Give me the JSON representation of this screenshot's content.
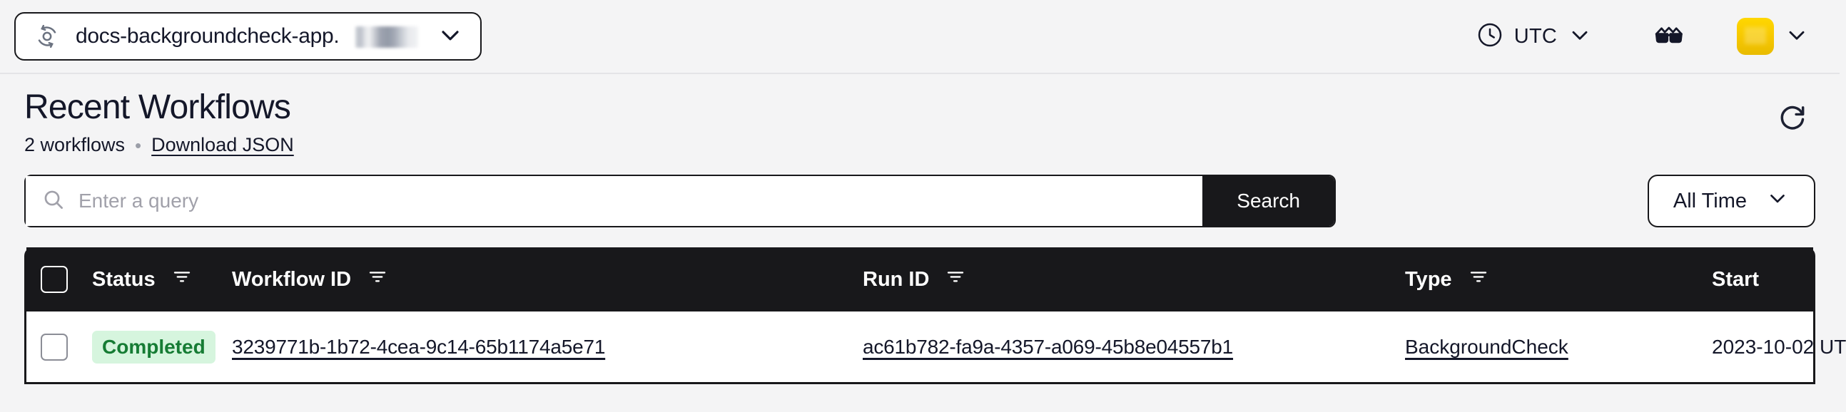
{
  "topbar": {
    "namespace_icon": "namespace-orbit-icon",
    "namespace_label": "docs-backgroundcheck-app.",
    "namespace_redacted": true,
    "namespace_chevron": "chevron-down-icon",
    "timezone_icon": "clock-icon",
    "timezone_label": "UTC",
    "timezone_chevron": "chevron-down-icon",
    "glasses_icon": "sunglasses-icon",
    "avatar_label": "",
    "avatar_chevron": "chevron-down-icon"
  },
  "header": {
    "title": "Recent Workflows",
    "count_label": "2 workflows",
    "separator": "•",
    "download_label": "Download JSON",
    "refresh_icon": "refresh-icon"
  },
  "search": {
    "icon": "search-icon",
    "placeholder": "Enter a query",
    "value": "",
    "button_label": "Search",
    "time_filter_label": "All Time",
    "time_filter_chevron": "chevron-down-icon"
  },
  "table": {
    "select_all_checkbox": "select-all-checkbox",
    "columns": [
      {
        "key": "checkbox",
        "label": "",
        "filter": false
      },
      {
        "key": "status",
        "label": "Status",
        "filter": true
      },
      {
        "key": "workflow_id",
        "label": "Workflow ID",
        "filter": true
      },
      {
        "key": "run_id",
        "label": "Run ID",
        "filter": true
      },
      {
        "key": "type",
        "label": "Type",
        "filter": true
      },
      {
        "key": "start",
        "label": "Start",
        "filter": false
      }
    ],
    "rows": [
      {
        "status": "Completed",
        "status_color": "#167c34",
        "status_bg": "#d6f5de",
        "workflow_id": "3239771b-1b72-4cea-9c14-65b1174a5e71",
        "run_id": "ac61b782-fa9a-4357-a069-45b8e04557b1",
        "type": "BackgroundCheck",
        "start": "2023-10-02 UT"
      }
    ]
  },
  "colors": {
    "page_bg": "#f4f4f5",
    "ink": "#141729",
    "table_header_bg": "#18181b",
    "accent_yellow": "#f6c700"
  }
}
